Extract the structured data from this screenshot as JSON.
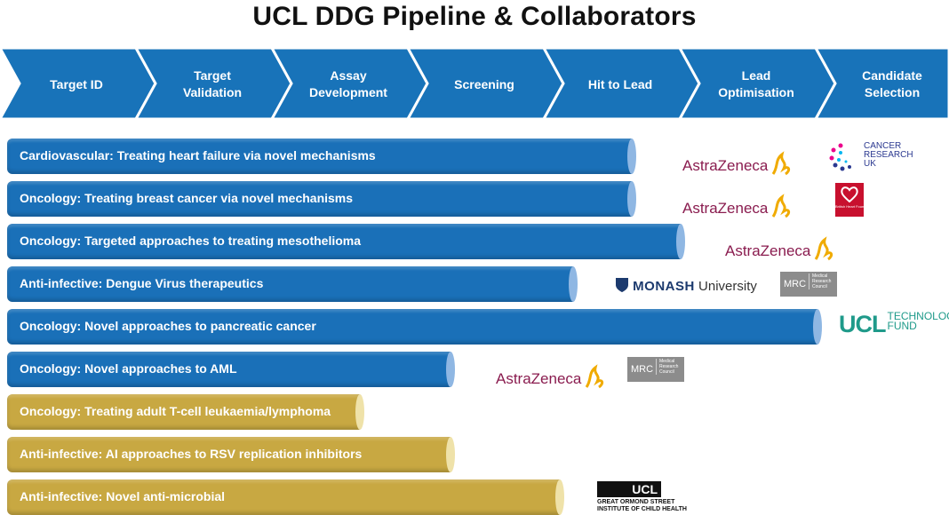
{
  "title": "UCL DDG Pipeline & Collaborators",
  "colors": {
    "stage_fill": "#1873b9",
    "blue_bar": "#1a70b8",
    "blue_cap": "#8fb7e3",
    "gold_bar": "#c8a842",
    "gold_cap": "#efe2a9"
  },
  "chart_data": {
    "type": "bar",
    "orientation": "horizontal",
    "categories": [
      "Target ID",
      "Target Validation",
      "Assay Development",
      "Screening",
      "Hit to Lead",
      "Lead Optimisation",
      "Candidate Selection"
    ],
    "category_lines": [
      [
        "Target ID"
      ],
      [
        "Target",
        "Validation"
      ],
      [
        "Assay",
        "Development"
      ],
      [
        "Screening"
      ],
      [
        "Hit to Lead"
      ],
      [
        "Lead",
        "Optimisation"
      ],
      [
        "Candidate",
        "Selection"
      ]
    ],
    "projects": [
      {
        "label": "Cardiovascular: Treating heart failure via novel mechanisms",
        "progress": 4.62,
        "color": "blue",
        "collaborators": [
          "AstraZeneca",
          "Cancer Research UK"
        ]
      },
      {
        "label": "Oncology: Treating breast cancer via novel mechanisms",
        "progress": 4.62,
        "color": "blue",
        "collaborators": [
          "AstraZeneca",
          "British Heart Foundation"
        ]
      },
      {
        "label": "Oncology: Targeted approaches to treating mesothelioma",
        "progress": 4.98,
        "color": "blue",
        "collaborators": [
          "AstraZeneca"
        ]
      },
      {
        "label": "Anti-infective: Dengue Virus therapeutics",
        "progress": 4.19,
        "color": "blue",
        "collaborators": [
          "Monash University",
          "MRC"
        ]
      },
      {
        "label": "Oncology: Novel approaches to pancreatic cancer",
        "progress": 5.99,
        "color": "blue",
        "collaborators": [
          "UCL Technology Fund"
        ]
      },
      {
        "label": "Oncology: Novel approaches to AML",
        "progress": 3.29,
        "color": "blue",
        "collaborators": [
          "AstraZeneca",
          "MRC"
        ]
      },
      {
        "label": "Oncology: Treating adult T-cell leukaemia/lymphoma",
        "progress": 2.62,
        "color": "gold",
        "collaborators": []
      },
      {
        "label": "Anti-infective: AI approaches to RSV replication inhibitors",
        "progress": 3.29,
        "color": "gold",
        "collaborators": []
      },
      {
        "label": "Anti-infective: Novel anti-microbial",
        "progress": 4.09,
        "color": "gold",
        "collaborators": [
          "GOSH"
        ]
      }
    ]
  },
  "logos": {
    "astrazeneca": "AstraZeneca",
    "cruk": [
      "CANCER",
      "RESEARCH",
      "UK"
    ],
    "bhf": "British Heart Foundation",
    "monash_a": "MONASH",
    "monash_b": "University",
    "mrc": "MRC",
    "mrc_sub": "Medical Research Council",
    "ucl_fund_a": "UCL",
    "ucl_fund_b1": "TECHNOLOGY",
    "ucl_fund_b2": "FUND",
    "gosh_block": "UCL",
    "gosh_l1": "GREAT ORMOND STREET",
    "gosh_l2": "INSTITUTE OF CHILD HEALTH"
  }
}
